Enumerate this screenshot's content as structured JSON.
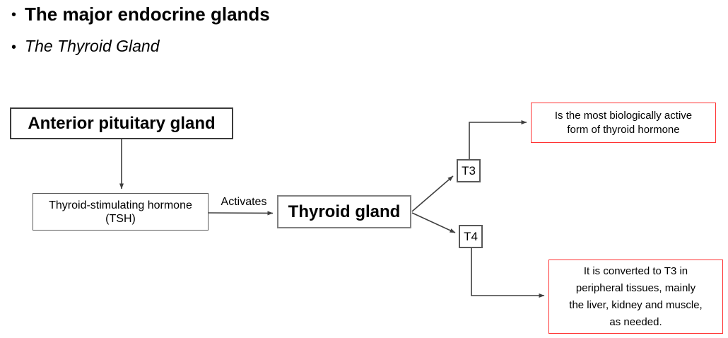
{
  "header": {
    "bullet_glyph": "•",
    "title": "The major endocrine glands",
    "subtitle": "The Thyroid Gland"
  },
  "diagram": {
    "colors": {
      "arrow": "#3f3f3f",
      "dark_border": "#3b3b3b",
      "box_border": "#595959",
      "light_border": "#808080",
      "callout_border": "#ff3333",
      "text": "#000000",
      "background": "#ffffff"
    },
    "nodes": {
      "anterior_pituitary": {
        "label": "Anterior pituitary gland"
      },
      "tsh": {
        "lines": [
          "Thyroid-stimulating hormone",
          "(TSH)"
        ]
      },
      "thyroid": {
        "label": "Thyroid gland"
      },
      "t3": {
        "label": "T3"
      },
      "t4": {
        "label": "T4"
      }
    },
    "edges": {
      "activates_label": "Activates"
    },
    "callouts": {
      "t3_note": {
        "lines": [
          "Is the most biologically active",
          "form of thyroid hormone"
        ]
      },
      "t4_note": {
        "lines": [
          "It is converted to T3 in",
          "peripheral tissues, mainly",
          "the liver, kidney and muscle,",
          "as needed."
        ]
      }
    }
  }
}
